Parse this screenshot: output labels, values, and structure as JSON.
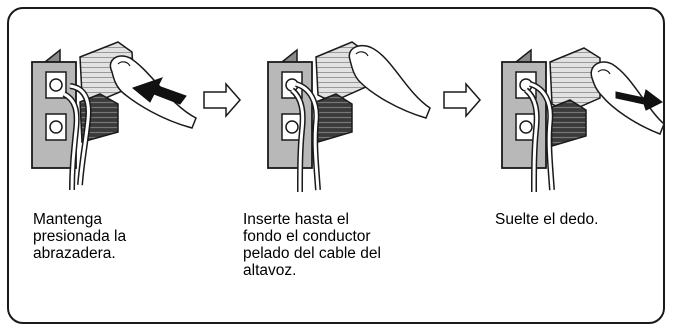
{
  "steps": [
    {
      "caption": "Mantenga\npresionada la\nabrazadera."
    },
    {
      "caption": "Inserte hasta el\nfondo el conductor\npelado del cable del\naltavoz."
    },
    {
      "caption": "Suelte el dedo."
    }
  ],
  "colors": {
    "ink": "#1a1a1a",
    "terminal_fill": "#b8b8b8",
    "clip_dark": "#3a3a3a",
    "clip_light": "#e2e2e2"
  }
}
